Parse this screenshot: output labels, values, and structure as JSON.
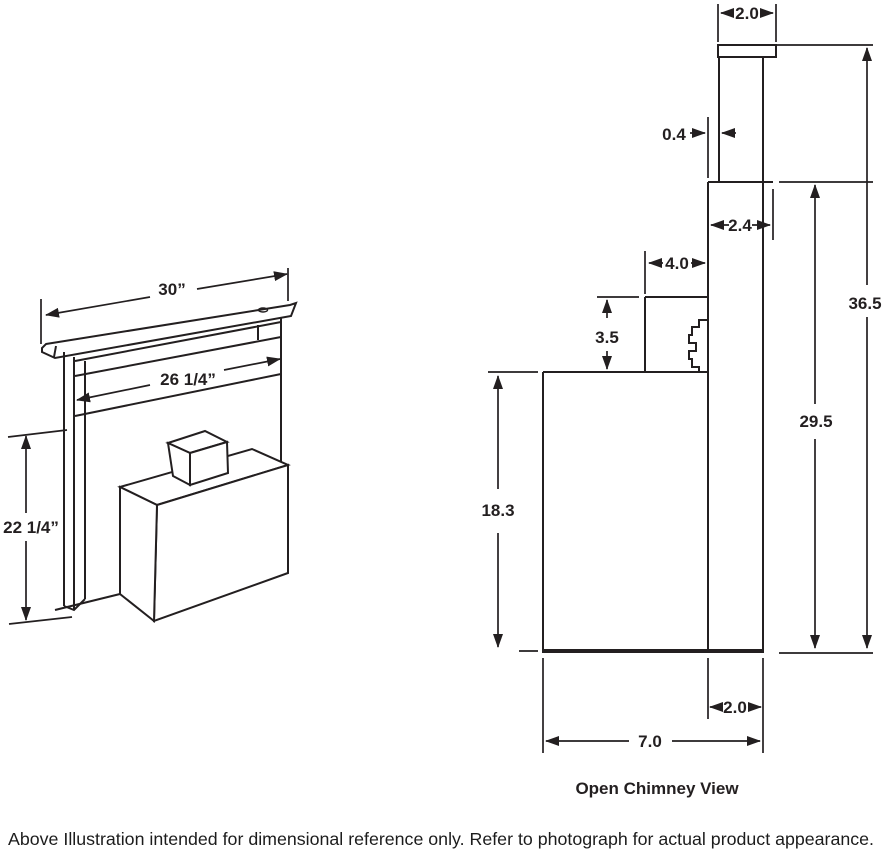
{
  "left_view": {
    "dims": {
      "width_top": "30”",
      "width_inner": "26 1/4”",
      "height": "22 1/4”"
    }
  },
  "right_view": {
    "caption": "Open Chimney View",
    "dims": {
      "cap_width": "2.0",
      "stack_offset": "0.4",
      "stack_width": "2.4",
      "damper_width": "4.0",
      "damper_height": "3.5",
      "overall_height": "36.5",
      "chimney_height": "29.5",
      "body_height": "18.3",
      "chimney_depth": "2.0",
      "overall_depth": "7.0"
    }
  },
  "footnote": "Above Illustration intended for dimensional reference only. Refer to photograph for actual product appearance."
}
